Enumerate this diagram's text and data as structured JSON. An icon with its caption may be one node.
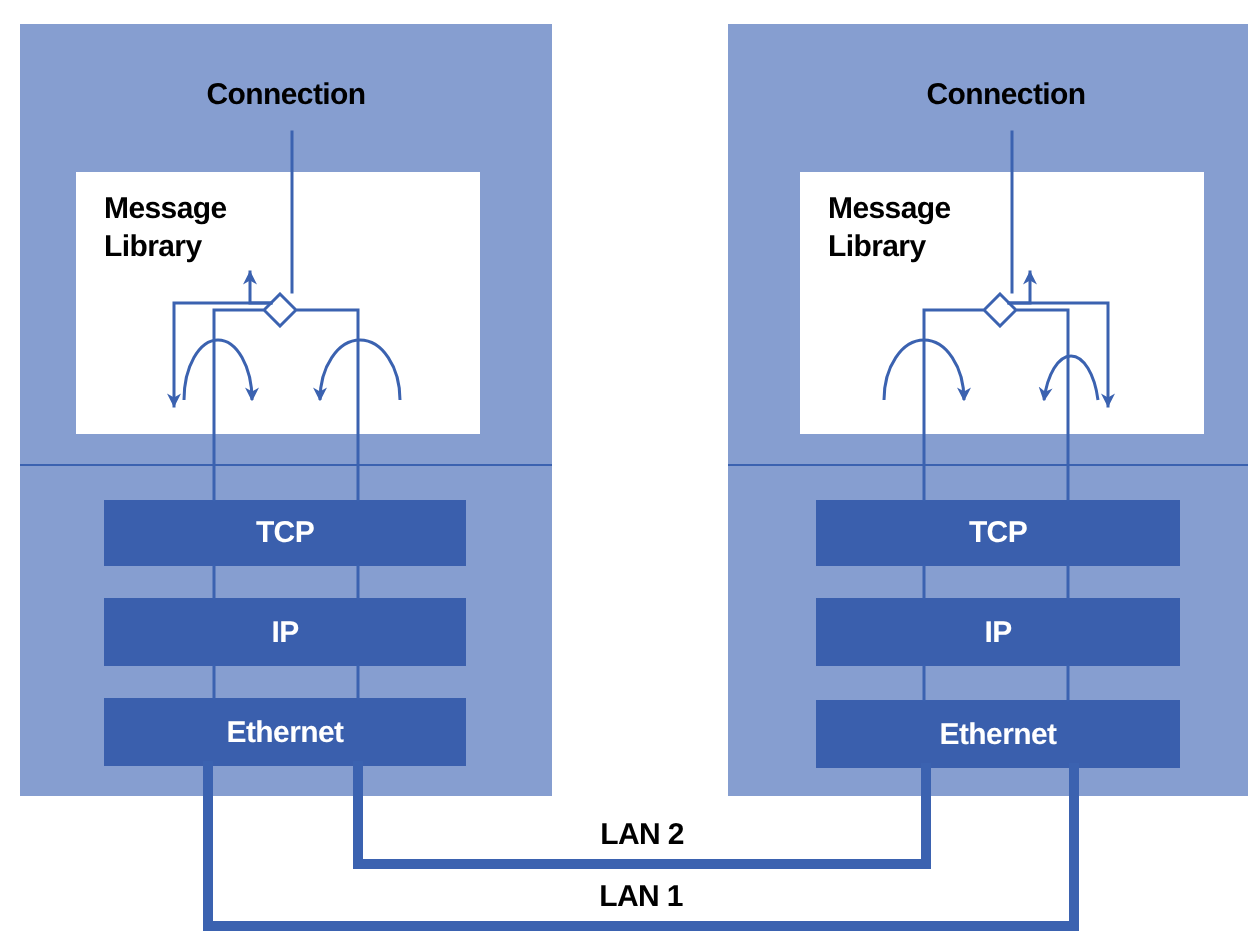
{
  "diagram": {
    "nodes": [
      {
        "text": [],
        "shape": "box"
      },
      {
        "text": [
          "Connection"
        ],
        "in": 0
      },
      {
        "text": [
          "Message Library"
        ],
        "in": 0
      },
      {
        "text": [],
        "shape": "diamond",
        "in": 2
      },
      {
        "text": [
          "TCP"
        ],
        "in": 0
      },
      {
        "text": [
          "IP"
        ],
        "in": 0
      },
      {
        "text": [
          "Ethernet"
        ],
        "in": 0
      },
      {
        "text": [],
        "shape": "box"
      },
      {
        "text": [
          "Connection"
        ],
        "in": 7
      },
      {
        "text": [
          "Message Library"
        ],
        "in": 7
      },
      {
        "text": [],
        "shape": "diamond",
        "in": 9
      },
      {
        "text": [
          "TCP"
        ],
        "in": 7
      },
      {
        "text": [
          "IP"
        ],
        "in": 7
      },
      {
        "text": [
          "Ethernet"
        ],
        "in": 7
      }
    ],
    "edges": [
      {
        "from": 1,
        "to": 3,
        "arrow": "none"
      },
      {
        "from": 3,
        "to": 4,
        "arrow": "none"
      },
      {
        "from": 3,
        "to": 4,
        "arrow": "none"
      },
      {
        "from": 4,
        "to": 5,
        "arrow": "none"
      },
      {
        "from": 4,
        "to": 5,
        "arrow": "none"
      },
      {
        "from": 5,
        "to": 6,
        "arrow": "none"
      },
      {
        "from": 5,
        "to": 6,
        "arrow": "none"
      },
      {
        "from": 8,
        "to": 10,
        "arrow": "none"
      },
      {
        "from": 10,
        "to": 11,
        "arrow": "none"
      },
      {
        "from": 10,
        "to": 11,
        "arrow": "none"
      },
      {
        "from": 11,
        "to": 12,
        "arrow": "none"
      },
      {
        "from": 11,
        "to": 12,
        "arrow": "none"
      },
      {
        "from": 12,
        "to": 13,
        "arrow": "none"
      },
      {
        "from": 12,
        "to": 13,
        "arrow": "none"
      },
      {
        "from": 6,
        "to": 13,
        "arrow": "none",
        "label": "LAN 1",
        "style": "thick"
      },
      {
        "from": 6,
        "to": 13,
        "arrow": "none",
        "label": "LAN 2",
        "style": "thick"
      },
      {
        "from": 3,
        "to": null,
        "arrow": "to"
      },
      {
        "from": 3,
        "to": null,
        "arrow": "to"
      },
      {
        "from": 10,
        "to": null,
        "arrow": "to"
      },
      {
        "from": 10,
        "to": null,
        "arrow": "to"
      }
    ]
  }
}
